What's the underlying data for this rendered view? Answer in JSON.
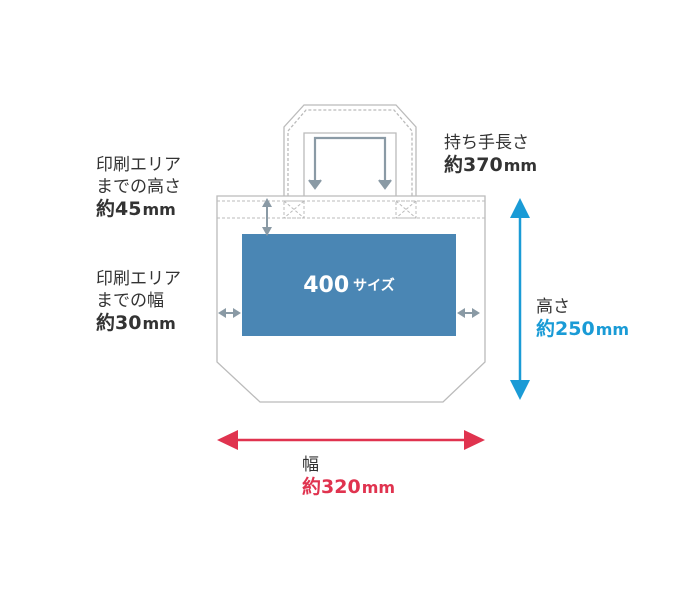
{
  "labels": {
    "top_margin": {
      "line1": "印刷エリア",
      "line2": "までの高さ",
      "line3_prefix": "約",
      "line3_value": "45",
      "line3_unit": "mm"
    },
    "side_margin": {
      "line1": "印刷エリア",
      "line2": "までの幅",
      "line3_prefix": "約",
      "line3_value": "30",
      "line3_unit": "mm"
    },
    "handle": {
      "line1": "持ち手長さ",
      "line2_prefix": "約",
      "line2_value": "370",
      "line2_unit": "mm"
    },
    "height": {
      "line1": "高さ",
      "line2_prefix": "約",
      "line2_value": "250",
      "line2_unit": "mm"
    },
    "width": {
      "line1": "幅",
      "line2_prefix": "約",
      "line2_value": "320",
      "line2_unit": "mm"
    },
    "print_area": {
      "size": "400",
      "suffix": "サイズ"
    }
  },
  "colors": {
    "outline": "#bbbbbb",
    "print_area": "#4a86b4",
    "dim_gray": "#8a9aa5",
    "height_arrow": "#1a9bd6",
    "width_arrow": "#e0334f"
  }
}
